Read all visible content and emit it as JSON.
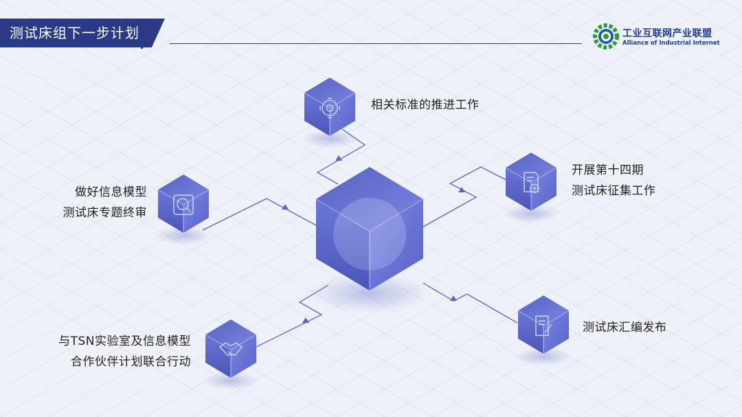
{
  "header": {
    "title": "测试床组下一步计划"
  },
  "logo": {
    "name_cn": "工业互联网产业联盟",
    "name_en": "Alliance of Industrial Internet"
  },
  "nodes": [
    {
      "icon": "gear-icon",
      "lines": [
        "相关标准的推进工作"
      ]
    },
    {
      "icon": "document-add-icon",
      "lines": [
        "开展第十四期",
        "测试床征集工作"
      ]
    },
    {
      "icon": "search-icon",
      "lines": [
        "做好信息模型",
        "测试床专题终审"
      ]
    },
    {
      "icon": "handshake-icon",
      "lines": [
        "与TSN实验室及信息模型",
        "合作伙伴计划联合行动"
      ]
    },
    {
      "icon": "edit-document-icon",
      "lines": [
        "测试床汇编发布"
      ]
    }
  ],
  "colors": {
    "brand": "#2b3a86",
    "cube": "#5b67cc",
    "line": "#5a66c8"
  }
}
